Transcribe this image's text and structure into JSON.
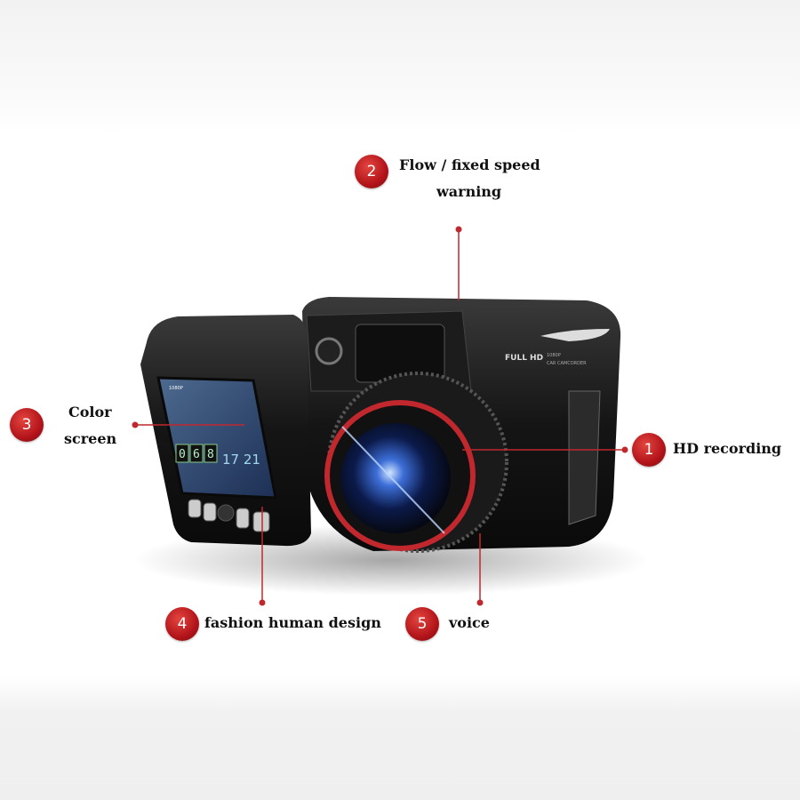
{
  "callouts": [
    {
      "number": "1",
      "label": "HD recording"
    },
    {
      "number": "2",
      "label_line1": "Flow / fixed speed",
      "label_line2": "warning"
    },
    {
      "number": "3",
      "label_line1": "Color",
      "label_line2": "screen"
    },
    {
      "number": "4",
      "label": "fashion human design"
    },
    {
      "number": "5",
      "label": "voice"
    }
  ],
  "device": {
    "brand_text": "FULL HD",
    "resolution_text": "1080P",
    "model_text": "CAR CAMCORDER",
    "screen": {
      "resolution": "1080P",
      "speed_digits": [
        "0",
        "6",
        "8"
      ],
      "time": "17 21"
    }
  },
  "colors": {
    "accent": "#b3141a",
    "leader_line": "#c0282d",
    "body": "#1a1a1a"
  }
}
